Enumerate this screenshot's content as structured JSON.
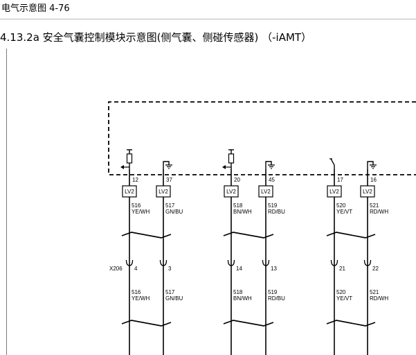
{
  "header": {
    "title": "电气示意图 4-76"
  },
  "section": {
    "title": "4.13.2a 安全气囊控制模块示意图(侧气囊、侧碰传感器) （-iAMT）"
  },
  "connector": {
    "name": "X206"
  },
  "circuits": [
    {
      "id": "c1",
      "top_symbol": "pull-up-resistor",
      "module_pin": "12",
      "box_label": "LV2",
      "wire_number": "516",
      "wire_color": "YE/WH",
      "connector_pin": "4",
      "lower_wire_number": "516",
      "lower_wire_color": "YE/WH"
    },
    {
      "id": "c2",
      "top_symbol": "ground",
      "module_pin": "37",
      "box_label": "LV2",
      "wire_number": "517",
      "wire_color": "GN/BU",
      "connector_pin": "3",
      "lower_wire_number": "517",
      "lower_wire_color": "GN/BU"
    },
    {
      "id": "c3",
      "top_symbol": "pull-up-resistor",
      "module_pin": "20",
      "box_label": "LV2",
      "wire_number": "518",
      "wire_color": "BN/WH",
      "connector_pin": "14",
      "lower_wire_number": "518",
      "lower_wire_color": "BN/WH"
    },
    {
      "id": "c4",
      "top_symbol": "ground",
      "module_pin": "45",
      "box_label": "LV2",
      "wire_number": "519",
      "wire_color": "RD/BU",
      "connector_pin": "13",
      "lower_wire_number": "519",
      "lower_wire_color": "RD/BU"
    },
    {
      "id": "c5",
      "top_symbol": "switch",
      "module_pin": "17",
      "box_label": "LV2",
      "wire_number": "520",
      "wire_color": "YE/VT",
      "connector_pin": "21",
      "lower_wire_number": "520",
      "lower_wire_color": "YE/VT"
    },
    {
      "id": "c6",
      "top_symbol": "ground",
      "module_pin": "16",
      "box_label": "LV2",
      "wire_number": "521",
      "wire_color": "RD/WH",
      "connector_pin": "22",
      "lower_wire_number": "521",
      "lower_wire_color": "RD/WH"
    }
  ]
}
